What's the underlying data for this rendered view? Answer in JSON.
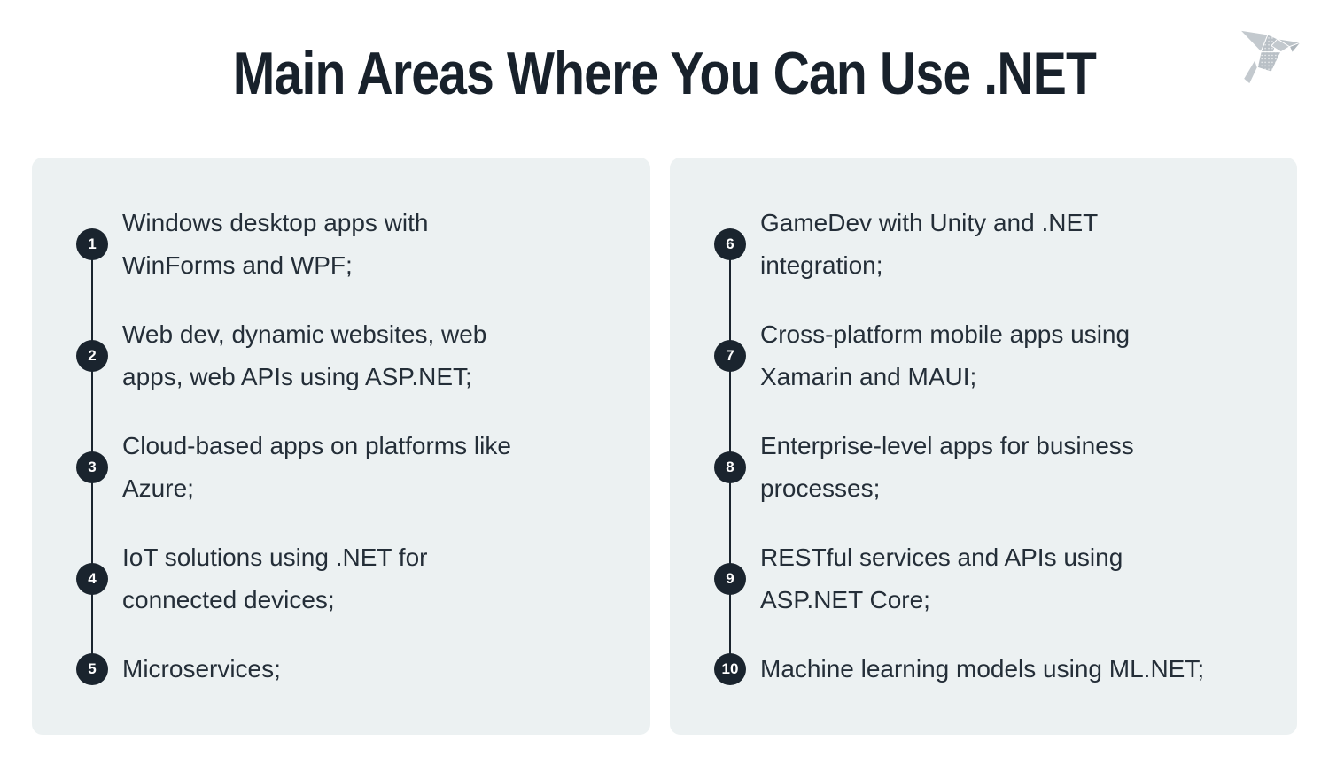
{
  "title": "Main Areas Where You Can Use .NET",
  "logo": {
    "name": "origami-bird-logo"
  },
  "colors": {
    "page_bg": "#ffffff",
    "panel_bg": "#ecf1f2",
    "badge_bg": "#1a242e",
    "timeline": "#1a242e",
    "title_text": "#18212b",
    "item_text": "#242e38",
    "logo_gray": "#bcc3c8"
  },
  "left_panel": {
    "items": [
      {
        "number": "1",
        "text": "Windows desktop apps with\nWinForms and WPF;"
      },
      {
        "number": "2",
        "text": "Web dev, dynamic websites, web\napps, web APIs using ASP.NET;"
      },
      {
        "number": "3",
        "text": "Cloud-based apps on platforms like\nAzure;"
      },
      {
        "number": "4",
        "text": "IoT solutions using .NET for\nconnected devices;"
      },
      {
        "number": "5",
        "text": "Microservices;"
      }
    ]
  },
  "right_panel": {
    "items": [
      {
        "number": "6",
        "text": "GameDev with Unity and .NET\nintegration;"
      },
      {
        "number": "7",
        "text": "Cross-platform mobile apps using\nXamarin and MAUI;"
      },
      {
        "number": "8",
        "text": "Enterprise-level apps for business\nprocesses;"
      },
      {
        "number": "9",
        "text": "RESTful services and APIs using\nASP.NET Core;"
      },
      {
        "number": "10",
        "text": "Machine learning models using ML.NET;"
      }
    ]
  }
}
